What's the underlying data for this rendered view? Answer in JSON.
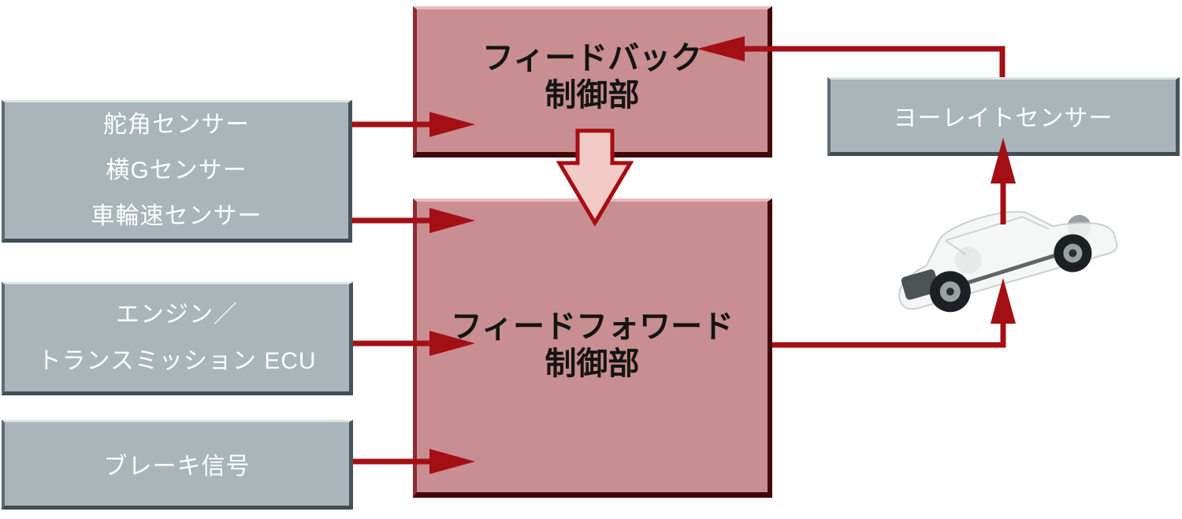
{
  "boxes": {
    "sensors": {
      "lines": [
        "舵角センサー",
        "横Gセンサー",
        "車輪速センサー"
      ]
    },
    "ecu": {
      "lines": [
        "エンジン／",
        "トランスミッション ECU"
      ]
    },
    "brake": {
      "lines": [
        "ブレーキ信号"
      ]
    },
    "feedback": {
      "lines": [
        "フィードバック",
        "制御部"
      ]
    },
    "feedforward": {
      "lines": [
        "フィードフォワード",
        "制御部"
      ]
    },
    "yaw_sensor": {
      "lines": [
        "ヨーレイトセンサー"
      ]
    }
  },
  "illustration": {
    "car": "transparent-car-chassis-view"
  },
  "colors": {
    "arrow_red": "#a30f14",
    "control_box_fill": "#c98e92",
    "control_box_border_dark": "#430709",
    "sensor_box_fill": "#a9b5b9",
    "block_arrow_fill": "#f2cbc6",
    "sensor_text": "#ffffff",
    "control_text": "#141414"
  }
}
